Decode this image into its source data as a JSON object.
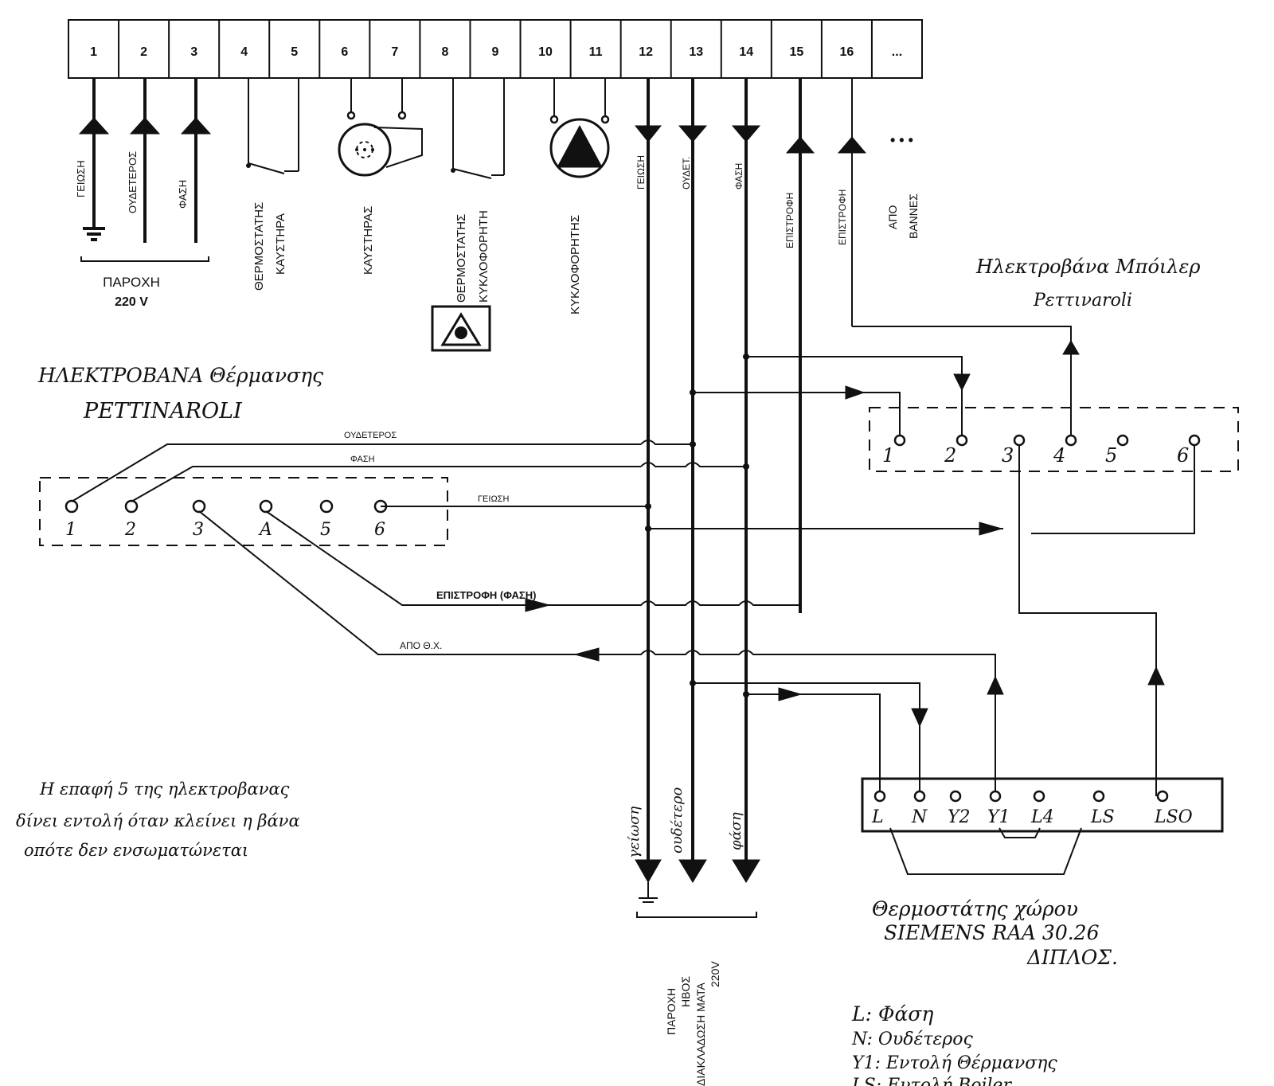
{
  "terminal_strip": {
    "numbers": [
      "1",
      "2",
      "3",
      "4",
      "5",
      "6",
      "7",
      "8",
      "9",
      "10",
      "11",
      "12",
      "13",
      "14",
      "15",
      "16",
      "..."
    ]
  },
  "top_labels": {
    "geiosi": "ΓΕΙΩΣΗ",
    "oudeteros": "ΟΥΔΕΤΕΡΟΣ",
    "fasi": "ΦΑΣΗ",
    "supply_title": "ΠΑΡΟΧΗ",
    "supply_voltage": "220 V",
    "boiler_thermostat_1": "ΘΕΡΜΟΣΤΑΤΗΣ",
    "boiler_thermostat_2": "ΚΑΥΣΤΗΡΑ",
    "burner": "ΚΑΥΣΤΗΡΑΣ",
    "circ_thermostat_1": "ΘΕΡΜΟΣΤΑΤΗΣ",
    "circ_thermostat_2": "ΚΥΚΛΟΦΟΡΗΤΗ",
    "circulator": "ΚΥΚΛΟΦΟΡΗΤΗΣ",
    "t12": "ΓΕΙΩΣΗ",
    "t13": "ΟΥΔΕΤ.",
    "t14": "ΦΑΣΗ",
    "t15": "ΕΠΙΣΤΡΟΦΗ",
    "t16": "ΕΠΙΣΤΡΟΦΗ",
    "from_valves_1": "ΑΠΟ",
    "from_valves_2": "ΒΑΝΝΕΣ"
  },
  "boiler_valve": {
    "title_1": "Ηλεκτροβάνα Μπόιλερ",
    "title_2": "Ρεττινaroli",
    "terminals": [
      "1",
      "2",
      "3",
      "4",
      "5",
      "6"
    ]
  },
  "heating_valve": {
    "title_1": "ΗΛΕΚΤΡΟΒΑΝΑ Θέρμανσης",
    "title_2": "ΡΕΤΤΙΝΑROLI",
    "terminals": [
      "1",
      "2",
      "3",
      "A",
      "5",
      "6"
    ],
    "wire_oudeteros": "ΟΥΔΕΤΕΡΟΣ",
    "wire_fasi": "ΦΑΣΗ",
    "wire_geiosi": "ΓΕΙΩΣΗ",
    "wire_return": "ΕΠΙΣΤΡΟΦΗ (ΦΑΣΗ)",
    "wire_from_thermostat": "ΑΠΟ Θ.Χ."
  },
  "note": {
    "line1": "Η επαφή 5 της ηλεκτροβανας",
    "line2": "δίνει εντολή όταν κλείνει η βάνα",
    "line3": "οπότε δεν ενσωματώνεται"
  },
  "bottom_wires": {
    "ground": "γείωση",
    "neutral": "ουδέτερο",
    "phase": "φάση",
    "supply_1": "ΠΑΡΟΧΗ",
    "supply_2": "ΗΒΟΣ",
    "supply_3": "ΔΙΑΚΛΑΔΩΣΗ ΜΑΤΑ",
    "supply_4": "220V"
  },
  "room_thermostat": {
    "terminals": [
      "L",
      "N",
      "Y2",
      "Y1",
      "L4",
      "LS",
      "LSO"
    ],
    "title_1": "Θερμοστάτης χώρου",
    "title_2": "SIEMENS RAA 30.26",
    "title_3": "ΔΙΠΛΟΣ."
  },
  "legend": {
    "l": "L: Φάση",
    "n": "N: Ουδέτερος",
    "y1": "Y1: Εντολή Θέρμανσης",
    "ls": "LS: Εντολή Boiler"
  }
}
